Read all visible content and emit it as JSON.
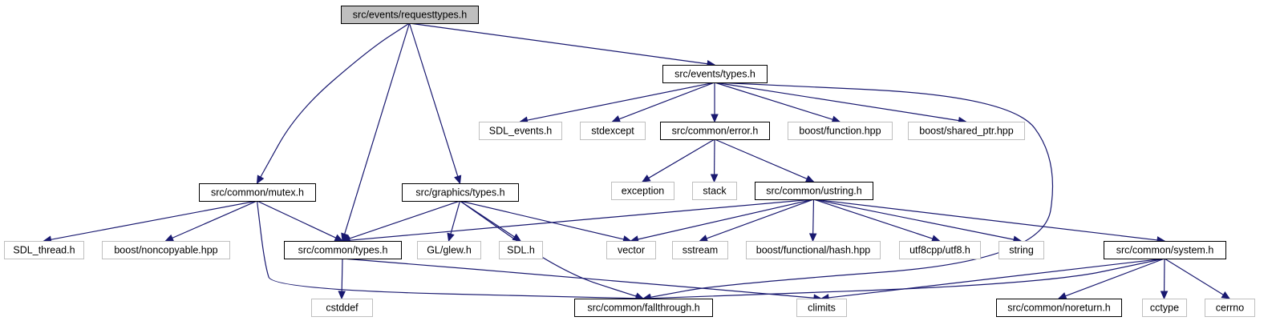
{
  "colors": {
    "edge": "#191970",
    "root_fill": "#bfbfbf",
    "internal_border": "#000000",
    "external_border": "#bfbfbf",
    "background": "#ffffff"
  },
  "nodes": [
    {
      "id": "requesttypes",
      "label": "src/events/requesttypes.h",
      "kind": "root"
    },
    {
      "id": "events_types",
      "label": "src/events/types.h",
      "kind": "internal"
    },
    {
      "id": "sdl_events",
      "label": "SDL_events.h",
      "kind": "external"
    },
    {
      "id": "stdexcept",
      "label": "stdexcept",
      "kind": "external"
    },
    {
      "id": "error",
      "label": "src/common/error.h",
      "kind": "internal"
    },
    {
      "id": "boost_function",
      "label": "boost/function.hpp",
      "kind": "external"
    },
    {
      "id": "boost_shared_ptr",
      "label": "boost/shared_ptr.hpp",
      "kind": "external"
    },
    {
      "id": "exception",
      "label": "exception",
      "kind": "external"
    },
    {
      "id": "stack",
      "label": "stack",
      "kind": "external"
    },
    {
      "id": "ustring",
      "label": "src/common/ustring.h",
      "kind": "internal"
    },
    {
      "id": "mutex",
      "label": "src/common/mutex.h",
      "kind": "internal"
    },
    {
      "id": "graphics_types",
      "label": "src/graphics/types.h",
      "kind": "internal"
    },
    {
      "id": "sdl_thread",
      "label": "SDL_thread.h",
      "kind": "external"
    },
    {
      "id": "boost_noncopyable",
      "label": "boost/noncopyable.hpp",
      "kind": "external"
    },
    {
      "id": "common_types",
      "label": "src/common/types.h",
      "kind": "internal"
    },
    {
      "id": "glew",
      "label": "GL/glew.h",
      "kind": "external"
    },
    {
      "id": "sdl",
      "label": "SDL.h",
      "kind": "external"
    },
    {
      "id": "vector",
      "label": "vector",
      "kind": "external"
    },
    {
      "id": "sstream",
      "label": "sstream",
      "kind": "external"
    },
    {
      "id": "boost_hash",
      "label": "boost/functional/hash.hpp",
      "kind": "external"
    },
    {
      "id": "utf8",
      "label": "utf8cpp/utf8.h",
      "kind": "external"
    },
    {
      "id": "string",
      "label": "string",
      "kind": "external"
    },
    {
      "id": "system",
      "label": "src/common/system.h",
      "kind": "internal"
    },
    {
      "id": "cstddef",
      "label": "cstddef",
      "kind": "external"
    },
    {
      "id": "fallthrough",
      "label": "src/common/fallthrough.h",
      "kind": "internal"
    },
    {
      "id": "climits",
      "label": "climits",
      "kind": "external"
    },
    {
      "id": "noreturn",
      "label": "src/common/noreturn.h",
      "kind": "internal"
    },
    {
      "id": "cctype",
      "label": "cctype",
      "kind": "external"
    },
    {
      "id": "cerrno",
      "label": "cerrno",
      "kind": "external"
    }
  ],
  "edges": [
    [
      "requesttypes",
      "events_types"
    ],
    [
      "requesttypes",
      "mutex"
    ],
    [
      "requesttypes",
      "common_types"
    ],
    [
      "requesttypes",
      "graphics_types"
    ],
    [
      "events_types",
      "sdl_events"
    ],
    [
      "events_types",
      "stdexcept"
    ],
    [
      "events_types",
      "error"
    ],
    [
      "events_types",
      "boost_function"
    ],
    [
      "events_types",
      "boost_shared_ptr"
    ],
    [
      "events_types",
      "fallthrough"
    ],
    [
      "error",
      "exception"
    ],
    [
      "error",
      "stack"
    ],
    [
      "error",
      "ustring"
    ],
    [
      "ustring",
      "common_types"
    ],
    [
      "ustring",
      "vector"
    ],
    [
      "ustring",
      "sstream"
    ],
    [
      "ustring",
      "boost_hash"
    ],
    [
      "ustring",
      "utf8"
    ],
    [
      "ustring",
      "string"
    ],
    [
      "ustring",
      "system"
    ],
    [
      "mutex",
      "sdl_thread"
    ],
    [
      "mutex",
      "boost_noncopyable"
    ],
    [
      "mutex",
      "common_types"
    ],
    [
      "mutex",
      "fallthrough"
    ],
    [
      "graphics_types",
      "common_types"
    ],
    [
      "graphics_types",
      "glew"
    ],
    [
      "graphics_types",
      "sdl"
    ],
    [
      "graphics_types",
      "vector"
    ],
    [
      "graphics_types",
      "fallthrough"
    ],
    [
      "common_types",
      "cstddef"
    ],
    [
      "common_types",
      "climits"
    ],
    [
      "system",
      "fallthrough"
    ],
    [
      "system",
      "noreturn"
    ],
    [
      "system",
      "climits"
    ],
    [
      "system",
      "cctype"
    ],
    [
      "system",
      "cerrno"
    ]
  ]
}
